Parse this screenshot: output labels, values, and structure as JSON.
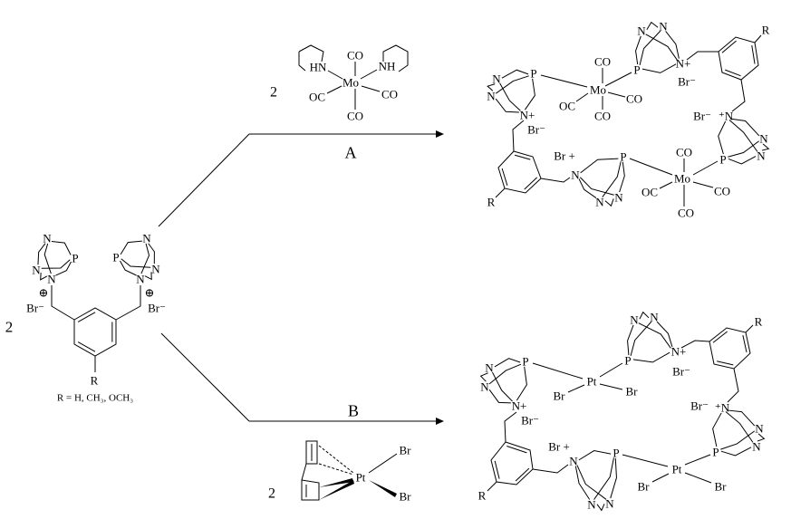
{
  "reactant": {
    "coefficient": "2",
    "left_cage": [
      "N",
      "P",
      "N",
      "N"
    ],
    "right_cage": [
      "N",
      "P",
      "N",
      "N"
    ],
    "charges": [
      "⊕",
      "⊕"
    ],
    "counterions": [
      "Br⁻",
      "Br⁻"
    ],
    "substituent": "R",
    "note": "R = H, CH₃, OCH₃"
  },
  "reaction_A": {
    "label": "A",
    "coefficient": "2",
    "reagent": {
      "metal": "Mo",
      "ligands": [
        "CO",
        "CO",
        "OC",
        "CO",
        "HN",
        "NH"
      ]
    }
  },
  "reaction_B": {
    "label": "B",
    "coefficient": "2",
    "reagent": {
      "metal": "Pt",
      "ligands": [
        "Br",
        "Br"
      ]
    }
  },
  "product_A": {
    "labels": [
      "CO",
      "Mo",
      "OC",
      "CO",
      "CO",
      "P",
      "N",
      "N",
      "N+",
      "Br⁻",
      "N",
      "N",
      "P",
      "N+",
      "Br⁻",
      "R",
      "Br⁻",
      "⁺N",
      "N",
      "N",
      "P",
      "CO",
      "Mo",
      "OC",
      "CO",
      "CO",
      "Br +",
      "N",
      "P",
      "N",
      "N",
      "R"
    ]
  },
  "product_B": {
    "labels": [
      "Pt",
      "Br",
      "Br",
      "P",
      "N",
      "N",
      "N+",
      "Br⁻",
      "N",
      "N",
      "P",
      "N+",
      "Br⁻",
      "R",
      "Br⁻",
      "⁺N",
      "N",
      "N",
      "P",
      "Pt",
      "Br",
      "Br",
      "Br +",
      "N",
      "P",
      "N",
      "N",
      "R"
    ]
  }
}
